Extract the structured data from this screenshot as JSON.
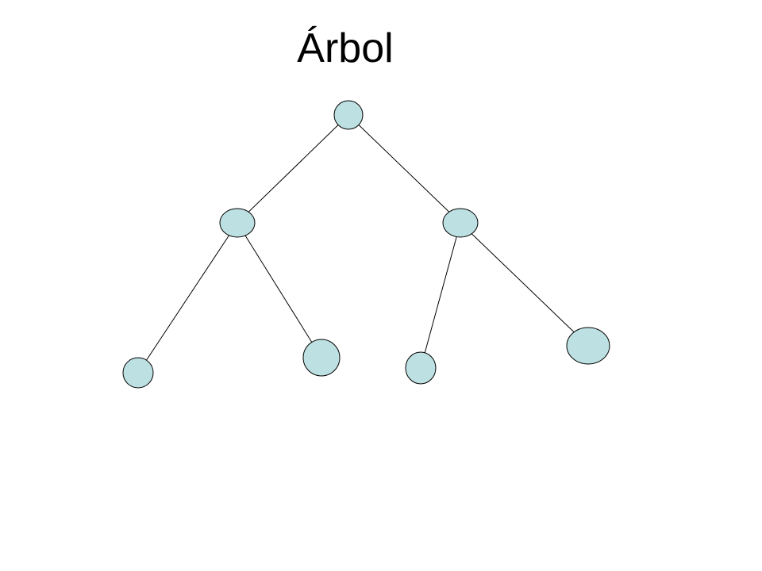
{
  "slide": {
    "title": "Árbol"
  },
  "tree": {
    "node_fill": "#bde0e2",
    "node_stroke": "#000000",
    "edge_stroke": "#000000",
    "nodes": [
      {
        "id": "root"
      },
      {
        "id": "left"
      },
      {
        "id": "right"
      },
      {
        "id": "left-left"
      },
      {
        "id": "left-right"
      },
      {
        "id": "right-left"
      },
      {
        "id": "right-right"
      }
    ],
    "edges": [
      {
        "from": "root",
        "to": "left"
      },
      {
        "from": "root",
        "to": "right"
      },
      {
        "from": "left",
        "to": "left-left"
      },
      {
        "from": "left",
        "to": "left-right"
      },
      {
        "from": "right",
        "to": "right-left"
      },
      {
        "from": "right",
        "to": "right-right"
      }
    ]
  }
}
